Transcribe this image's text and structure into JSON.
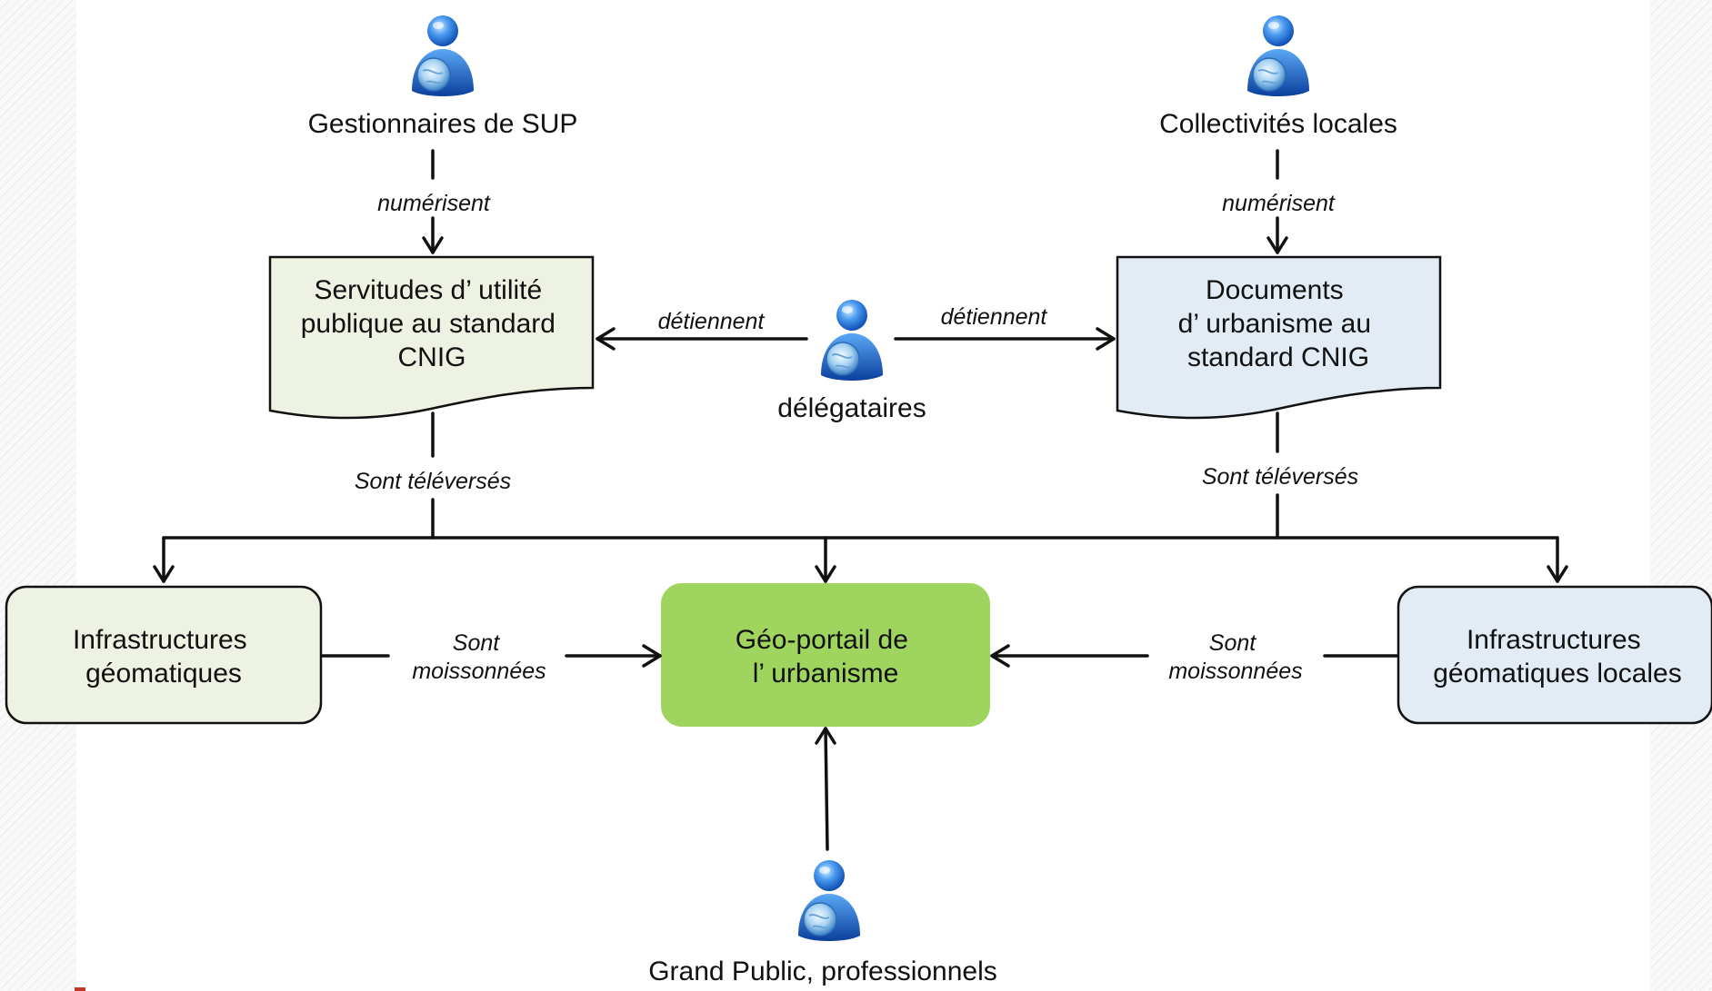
{
  "actors": {
    "sup_managers": "Gestionnaires de SUP",
    "local_authorities": "Collectivités locales",
    "delegates": "délégataires",
    "public": "Grand Public, professionnels"
  },
  "nodes": {
    "sup_doc": [
      "Servitudes d’ utilité",
      "publique au standard",
      "CNIG"
    ],
    "urban_doc": [
      "Documents",
      "d’ urbanisme au",
      "standard CNIG"
    ],
    "geo_infra": [
      "Infrastructures",
      "géomatiques"
    ],
    "geoportal": [
      "Géo-portail de",
      "l’ urbanisme"
    ],
    "local_infra": [
      "Infrastructures",
      "géomatiques locales"
    ]
  },
  "edge_labels": {
    "digitize_left": "numérisent",
    "digitize_right": "numérisent",
    "hold_left": "détiennent",
    "hold_right": "détiennent",
    "upload_left": "Sont téléversés",
    "upload_right": "Sont téléversés",
    "harvest_left": [
      "Sont",
      "moissonnées"
    ],
    "harvest_right": [
      "Sont",
      "moissonnées"
    ]
  },
  "colors": {
    "sup_fill": "#eef2e3",
    "urban_fill": "#e3ebf5",
    "geoportal_fill": "#9fd45e",
    "actor_icon": "#2f7fe0"
  },
  "icons": [
    "user-globe-icon"
  ]
}
